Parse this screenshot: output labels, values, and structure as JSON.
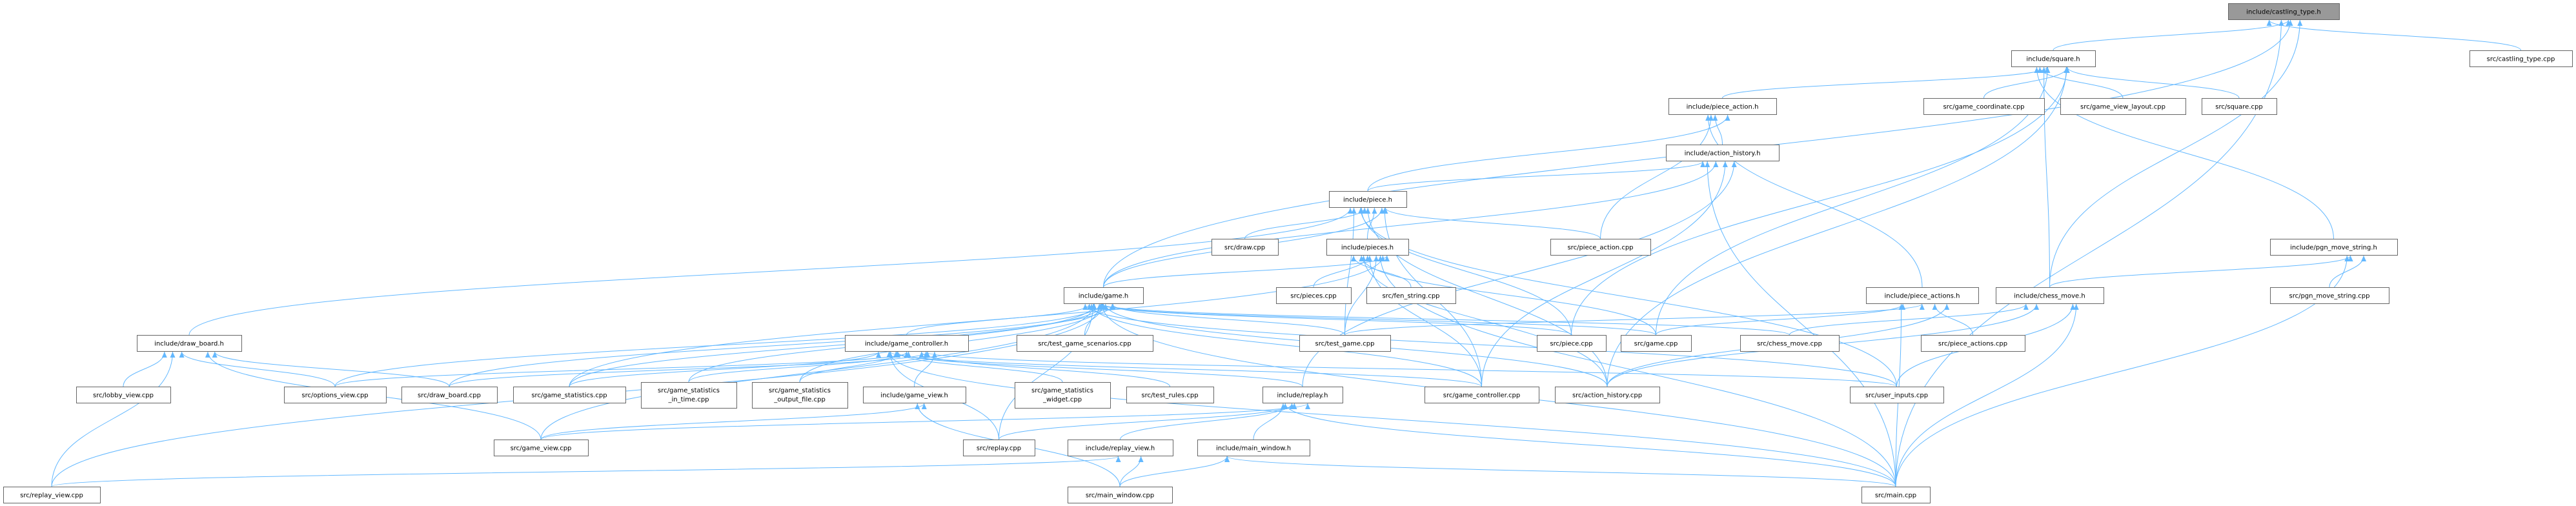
{
  "colors": {
    "edge": "#63b8ff",
    "node_border": "#666666",
    "highlight_fill": "#999999",
    "node_fill": "#ffffff"
  },
  "graph": {
    "highlighted": "include/castling_type.h",
    "nodes": [
      "include/castling_type.h",
      "include/square.h",
      "src/castling_type.cpp",
      "include/piece_action.h",
      "src/game_coordinate.cpp",
      "src/game_view_layout.cpp",
      "src/square.cpp",
      "include/action_history.h",
      "include/piece.h",
      "include/pieces.h",
      "src/draw.cpp",
      "src/piece_action.cpp",
      "include/pgn_move_string.h",
      "include/game.h",
      "src/pieces.cpp",
      "src/fen_string.cpp",
      "include/piece_actions.h",
      "include/chess_move.h",
      "src/pgn_move_string.cpp",
      "include/draw_board.h",
      "include/game_controller.h",
      "src/test_game_scenarios.cpp",
      "src/test_game.cpp",
      "src/piece.cpp",
      "src/game.cpp",
      "src/chess_move.cpp",
      "src/piece_actions.cpp",
      "src/lobby_view.cpp",
      "src/options_view.cpp",
      "src/draw_board.cpp",
      "src/game_statistics.cpp",
      "src/game_statistics_in_time.cpp",
      "src/game_statistics_output_file.cpp",
      "include/game_view.h",
      "src/game_statistics_widget.cpp",
      "src/test_rules.cpp",
      "include/replay.h",
      "src/game_controller.cpp",
      "src/action_history.cpp",
      "src/user_inputs.cpp",
      "src/game_view.cpp",
      "src/replay.cpp",
      "include/replay_view.h",
      "include/main_window.h",
      "src/replay_view.cpp",
      "src/main_window.cpp",
      "src/main.cpp"
    ],
    "edges": [
      [
        "include/square.h",
        "include/castling_type.h"
      ],
      [
        "src/castling_type.cpp",
        "include/castling_type.h"
      ],
      [
        "include/chess_move.h",
        "include/castling_type.h"
      ],
      [
        "src/main.cpp",
        "include/castling_type.h"
      ],
      [
        "include/game.h",
        "include/castling_type.h"
      ],
      [
        "include/piece_action.h",
        "include/square.h"
      ],
      [
        "src/game_coordinate.cpp",
        "include/square.h"
      ],
      [
        "src/game_view_layout.cpp",
        "include/square.h"
      ],
      [
        "src/square.cpp",
        "include/square.h"
      ],
      [
        "include/pgn_move_string.h",
        "include/square.h"
      ],
      [
        "include/chess_move.h",
        "include/square.h"
      ],
      [
        "src/game.cpp",
        "include/square.h"
      ],
      [
        "src/piece.cpp",
        "include/square.h"
      ],
      [
        "src/action_history.cpp",
        "include/square.h"
      ],
      [
        "include/action_history.h",
        "include/piece_action.h"
      ],
      [
        "include/piece.h",
        "include/piece_action.h"
      ],
      [
        "include/piece_actions.h",
        "include/piece_action.h"
      ],
      [
        "src/piece_action.cpp",
        "include/piece_action.h"
      ],
      [
        "include/piece.h",
        "include/action_history.h"
      ],
      [
        "include/game.h",
        "include/action_history.h"
      ],
      [
        "include/replay.h",
        "include/action_history.h"
      ],
      [
        "src/game_controller.cpp",
        "include/action_history.h"
      ],
      [
        "src/main.cpp",
        "include/action_history.h"
      ],
      [
        "include/pieces.h",
        "include/piece.h"
      ],
      [
        "include/game.h",
        "include/piece.h"
      ],
      [
        "include/draw_board.h",
        "include/piece.h"
      ],
      [
        "src/draw.cpp",
        "include/piece.h"
      ],
      [
        "src/piece_action.cpp",
        "include/piece.h"
      ],
      [
        "src/piece.cpp",
        "include/piece.h"
      ],
      [
        "src/game_controller.cpp",
        "include/piece.h"
      ],
      [
        "src/action_history.cpp",
        "include/piece.h"
      ],
      [
        "src/user_inputs.cpp",
        "include/piece.h"
      ],
      [
        "src/test_game.cpp",
        "include/piece.h"
      ],
      [
        "include/game.h",
        "include/pieces.h"
      ],
      [
        "src/pieces.cpp",
        "include/pieces.h"
      ],
      [
        "src/fen_string.cpp",
        "include/pieces.h"
      ],
      [
        "src/game_statistics.cpp",
        "include/pieces.h"
      ],
      [
        "src/game_controller.cpp",
        "include/pieces.h"
      ],
      [
        "src/action_history.cpp",
        "include/pieces.h"
      ],
      [
        "src/main.cpp",
        "include/pieces.h"
      ],
      [
        "src/test_game.cpp",
        "include/pieces.h"
      ],
      [
        "src/game.cpp",
        "include/pieces.h"
      ],
      [
        "include/chess_move.h",
        "include/pgn_move_string.h"
      ],
      [
        "src/pgn_move_string.cpp",
        "include/pgn_move_string.h"
      ],
      [
        "src/main.cpp",
        "include/pgn_move_string.h"
      ],
      [
        "include/game_controller.h",
        "include/game.h"
      ],
      [
        "src/test_game_scenarios.cpp",
        "include/game.h"
      ],
      [
        "src/draw_board.cpp",
        "include/game.h"
      ],
      [
        "src/options_view.cpp",
        "include/game.h"
      ],
      [
        "src/game_statistics.cpp",
        "include/game.h"
      ],
      [
        "src/game_statistics_in_time.cpp",
        "include/game.h"
      ],
      [
        "src/game_statistics_output_file.cpp",
        "include/game.h"
      ],
      [
        "src/game_view.cpp",
        "include/game.h"
      ],
      [
        "src/replay_view.cpp",
        "include/game.h"
      ],
      [
        "src/test_game.cpp",
        "include/game.h"
      ],
      [
        "src/piece.cpp",
        "include/game.h"
      ],
      [
        "src/game.cpp",
        "include/game.h"
      ],
      [
        "src/chess_move.cpp",
        "include/game.h"
      ],
      [
        "src/game_controller.cpp",
        "include/game.h"
      ],
      [
        "src/action_history.cpp",
        "include/game.h"
      ],
      [
        "src/user_inputs.cpp",
        "include/game.h"
      ],
      [
        "src/main.cpp",
        "include/game.h"
      ],
      [
        "src/replay.cpp",
        "include/game.h"
      ],
      [
        "src/piece_actions.cpp",
        "include/piece_actions.h"
      ],
      [
        "src/test_game.cpp",
        "include/piece_actions.h"
      ],
      [
        "src/game.cpp",
        "include/piece_actions.h"
      ],
      [
        "src/action_history.cpp",
        "include/piece_actions.h"
      ],
      [
        "src/main.cpp",
        "include/piece_actions.h"
      ],
      [
        "src/chess_move.cpp",
        "include/chess_move.h"
      ],
      [
        "src/action_history.cpp",
        "include/chess_move.h"
      ],
      [
        "src/user_inputs.cpp",
        "include/chess_move.h"
      ],
      [
        "src/main.cpp",
        "include/chess_move.h"
      ],
      [
        "src/lobby_view.cpp",
        "include/draw_board.h"
      ],
      [
        "src/options_view.cpp",
        "include/draw_board.h"
      ],
      [
        "src/draw_board.cpp",
        "include/draw_board.h"
      ],
      [
        "src/game_view.cpp",
        "include/draw_board.h"
      ],
      [
        "src/replay_view.cpp",
        "include/draw_board.h"
      ],
      [
        "src/game_statistics.cpp",
        "include/game_controller.h"
      ],
      [
        "src/game_statistics_in_time.cpp",
        "include/game_controller.h"
      ],
      [
        "src/game_statistics_output_file.cpp",
        "include/game_controller.h"
      ],
      [
        "include/game_view.h",
        "include/game_controller.h"
      ],
      [
        "src/game_statistics_widget.cpp",
        "include/game_controller.h"
      ],
      [
        "src/test_rules.cpp",
        "include/game_controller.h"
      ],
      [
        "include/replay.h",
        "include/game_controller.h"
      ],
      [
        "src/game_controller.cpp",
        "include/game_controller.h"
      ],
      [
        "src/user_inputs.cpp",
        "include/game_controller.h"
      ],
      [
        "src/replay.cpp",
        "include/game_controller.h"
      ],
      [
        "src/main.cpp",
        "include/game_controller.h"
      ],
      [
        "src/draw_board.cpp",
        "include/game_controller.h"
      ],
      [
        "src/options_view.cpp",
        "include/game_controller.h"
      ],
      [
        "src/game_view.cpp",
        "include/game_view.h"
      ],
      [
        "src/main_window.cpp",
        "include/game_view.h"
      ],
      [
        "src/replay.cpp",
        "include/replay.h"
      ],
      [
        "include/replay_view.h",
        "include/replay.h"
      ],
      [
        "include/main_window.h",
        "include/replay.h"
      ],
      [
        "src/main.cpp",
        "include/replay.h"
      ],
      [
        "src/game_view.cpp",
        "include/replay.h"
      ],
      [
        "src/main_window.cpp",
        "include/replay_view.h"
      ],
      [
        "src/replay_view.cpp",
        "include/replay_view.h"
      ],
      [
        "src/main_window.cpp",
        "include/main_window.h"
      ],
      [
        "src/main.cpp",
        "include/main_window.h"
      ]
    ]
  }
}
